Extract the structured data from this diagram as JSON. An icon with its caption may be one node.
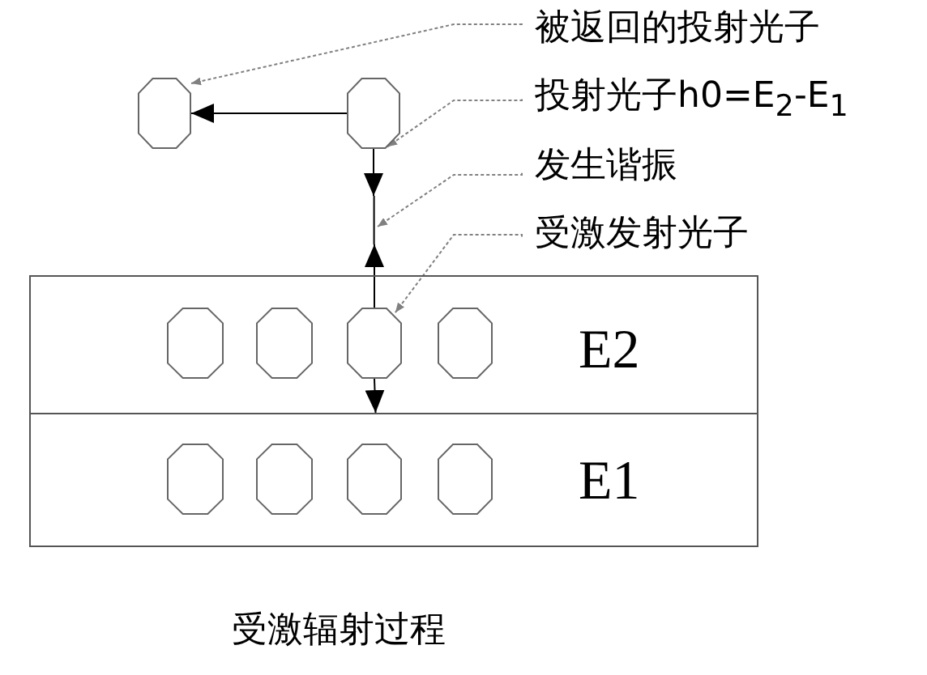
{
  "diagram": {
    "caption": "受激辐射过程",
    "nodes": [
      {
        "text": [
          "被返回的投射光子"
        ]
      },
      {
        "text": [
          "投射光子h0=E$_{2}$-E$_{1}$"
        ]
      },
      {
        "text": [
          "发生谐振"
        ]
      },
      {
        "text": [
          "受激发射光子"
        ]
      },
      {
        "text": [],
        "shape": "octagon"
      },
      {
        "text": [],
        "shape": "octagon"
      },
      {
        "text": [
          "E2"
        ]
      },
      {
        "text": [],
        "shape": "octagon",
        "in": 6
      },
      {
        "text": [],
        "shape": "octagon",
        "in": 6
      },
      {
        "text": [],
        "shape": "octagon",
        "in": 6
      },
      {
        "text": [],
        "shape": "octagon",
        "in": 6
      },
      {
        "text": [
          "E1"
        ]
      },
      {
        "text": [],
        "shape": "octagon",
        "in": 11
      },
      {
        "text": [],
        "shape": "octagon",
        "in": 11
      },
      {
        "text": [],
        "shape": "octagon",
        "in": 11
      },
      {
        "text": [],
        "shape": "octagon",
        "in": 11
      }
    ],
    "edges": [
      {
        "from": 5,
        "to": 4,
        "arrow": "to"
      },
      {
        "from": 5,
        "to": null,
        "arrow": "to"
      },
      {
        "from": 9,
        "to": null,
        "arrow": "to"
      },
      {
        "from": 9,
        "to": 11,
        "arrow": "to"
      },
      {
        "from": 0,
        "to": 4,
        "arrow": "to",
        "style": "dashed",
        "color": "#808080"
      },
      {
        "from": 1,
        "to": 5,
        "arrow": "to",
        "style": "dashed",
        "color": "#808080"
      },
      {
        "from": 2,
        "to": null,
        "arrow": "to",
        "style": "dashed",
        "color": "#808080"
      },
      {
        "from": 3,
        "to": 9,
        "arrow": "to",
        "style": "dashed",
        "color": "#808080"
      }
    ]
  }
}
